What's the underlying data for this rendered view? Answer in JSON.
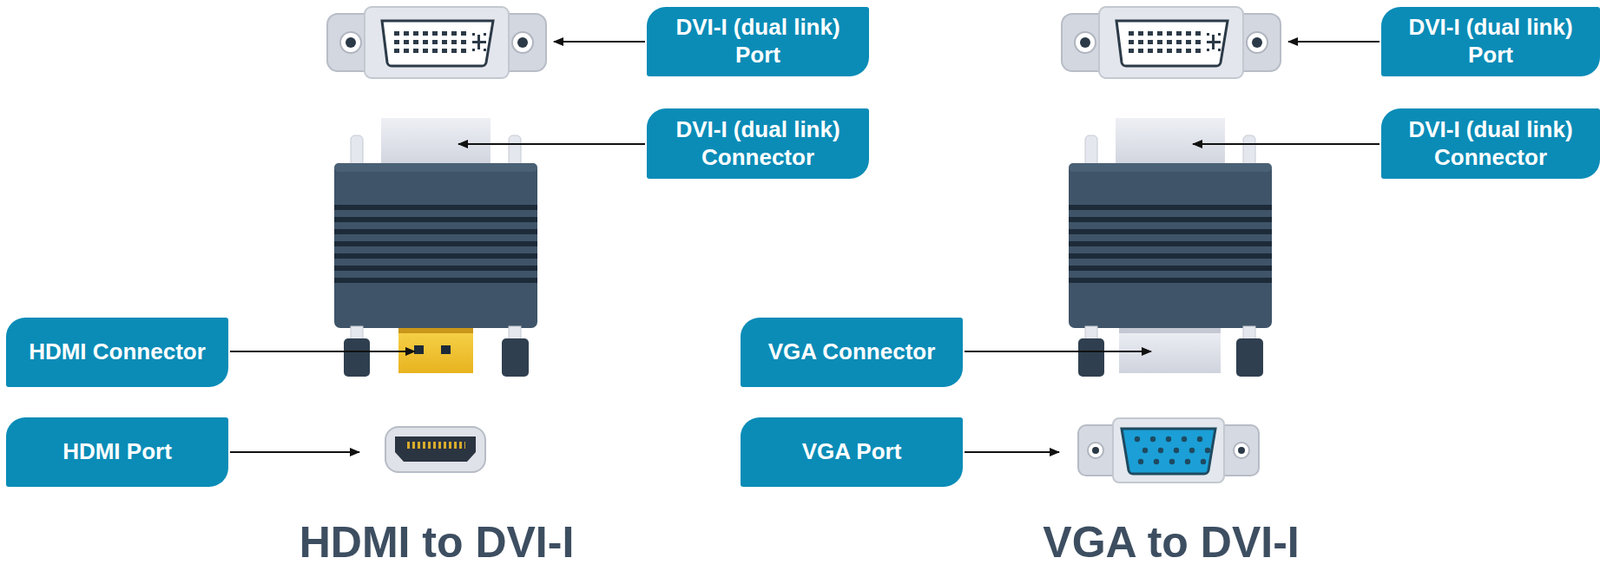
{
  "diagram": {
    "nodes": [
      {
        "text": [
          "DVI-I (dual link) Port"
        ]
      },
      {
        "text": [
          "DVI-I (dual link) Connector"
        ]
      },
      {
        "text": [
          "HDMI Connector"
        ]
      },
      {
        "text": [
          "HDMI Port"
        ]
      },
      {
        "text": [
          "DVI-I (dual link) Port"
        ]
      },
      {
        "text": [
          "DVI-I (dual link) Connector"
        ]
      },
      {
        "text": [
          "VGA Connector"
        ]
      },
      {
        "text": [
          "VGA Port"
        ]
      }
    ],
    "labels": [
      "HDMI to DVI-I",
      "VGA to DVI-I"
    ]
  }
}
